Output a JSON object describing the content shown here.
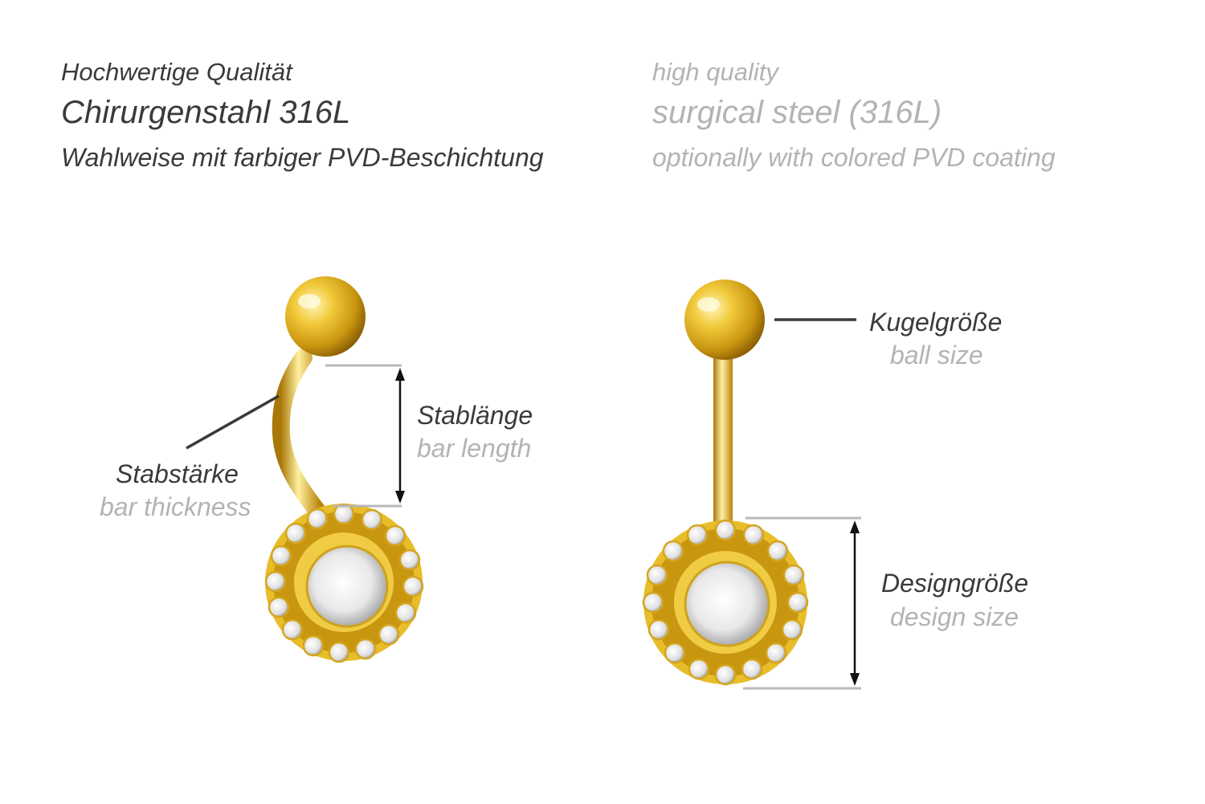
{
  "header": {
    "de": {
      "line1": "Hochwertige Qualität",
      "line2": "Chirurgenstahl 316L",
      "line3": "Wahlweise mit farbiger PVD-Beschichtung"
    },
    "en": {
      "line1": "high quality",
      "line2": "surgical steel (316L)",
      "line3": "optionally with colored PVD coating"
    }
  },
  "labels": {
    "bar_length": {
      "de": "Stablänge",
      "en": "bar length"
    },
    "bar_thickness": {
      "de": "Stabstärke",
      "en": "bar thickness"
    },
    "ball_size": {
      "de": "Kugelgröße",
      "en": "ball size"
    },
    "design_size": {
      "de": "Designgröße",
      "en": "design size"
    }
  },
  "colors": {
    "gold": "#e0b21a",
    "gold_dark": "#a8780a",
    "gold_light": "#fff3a8",
    "text_primary": "#3a3a3a",
    "text_secondary": "#b3b3b3",
    "measure_line": "#b8b8b8"
  }
}
